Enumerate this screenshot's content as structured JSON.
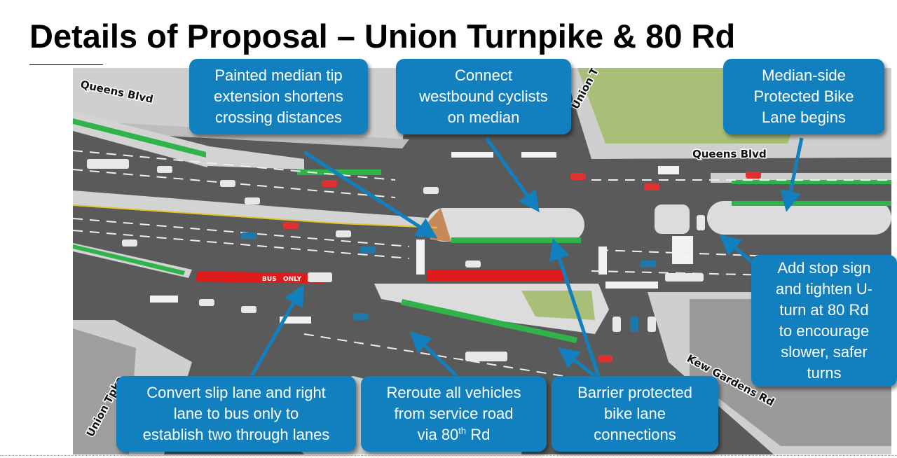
{
  "slide": {
    "title": "Details of Proposal – Union Turnpike & 80 Rd"
  },
  "map": {
    "labels": {
      "queens_blvd_left": "Queens Blvd",
      "queens_blvd_right": "Queens Blvd",
      "union_tpke_top": "Union T",
      "union_tpke_bottom": "Union Tpke",
      "kew_gardens_rd": "Kew Gardens Rd"
    },
    "pavement_markings": {
      "bus": "BUS",
      "only": "ONLY"
    },
    "colors": {
      "asphalt": "#5a5a5a",
      "median": "#d3d3d3",
      "bike_lane": "#2fb34a",
      "bus_lane": "#e01b1b",
      "park": "#a9bf78",
      "callout": "#1280bf"
    }
  },
  "callouts": {
    "median_tip": "Painted median tip\nextension shortens\ncrossing distances",
    "westbound": "Connect\nwestbound cyclists\non median",
    "median_side": "Median-side\nProtected Bike\nLane begins",
    "stop_sign": "Add stop sign\nand tighten U-\nturn at 80 Rd\nto encourage\nslower, safer\nturns",
    "slip_lane": "Convert slip lane and right\nlane to bus only to\nestablish two through lanes",
    "reroute": {
      "line1": "Reroute all vehicles",
      "line2": "from service road",
      "line3_pre": "via 80",
      "line3_sup": "th",
      "line3_post": " Rd"
    },
    "barrier": "Barrier protected\nbike lane\nconnections"
  }
}
